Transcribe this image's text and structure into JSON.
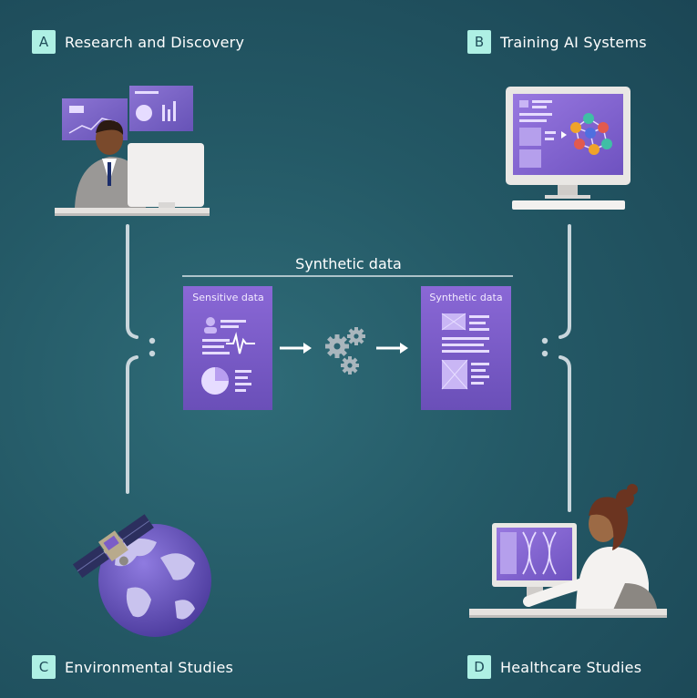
{
  "corners": {
    "a": {
      "letter": "A",
      "label": "Research and Discovery"
    },
    "b": {
      "letter": "B",
      "label": "Training AI Systems"
    },
    "c": {
      "letter": "C",
      "label": "Environmental Studies"
    },
    "d": {
      "letter": "D",
      "label": "Healthcare Studies"
    }
  },
  "center": {
    "title": "Synthetic data",
    "input_doc_title": "Sensitive data",
    "output_doc_title": "Synthetic data"
  },
  "colors": {
    "background": "#245966",
    "badge": "#aef0e4",
    "document": "#7b5cc7",
    "connector": "#c9d6dc"
  },
  "icons": [
    "researcher-at-desk-icon",
    "ai-computer-icon",
    "satellite-globe-icon",
    "healthcare-researcher-icon",
    "gears-icon",
    "arrow-right-icon"
  ]
}
